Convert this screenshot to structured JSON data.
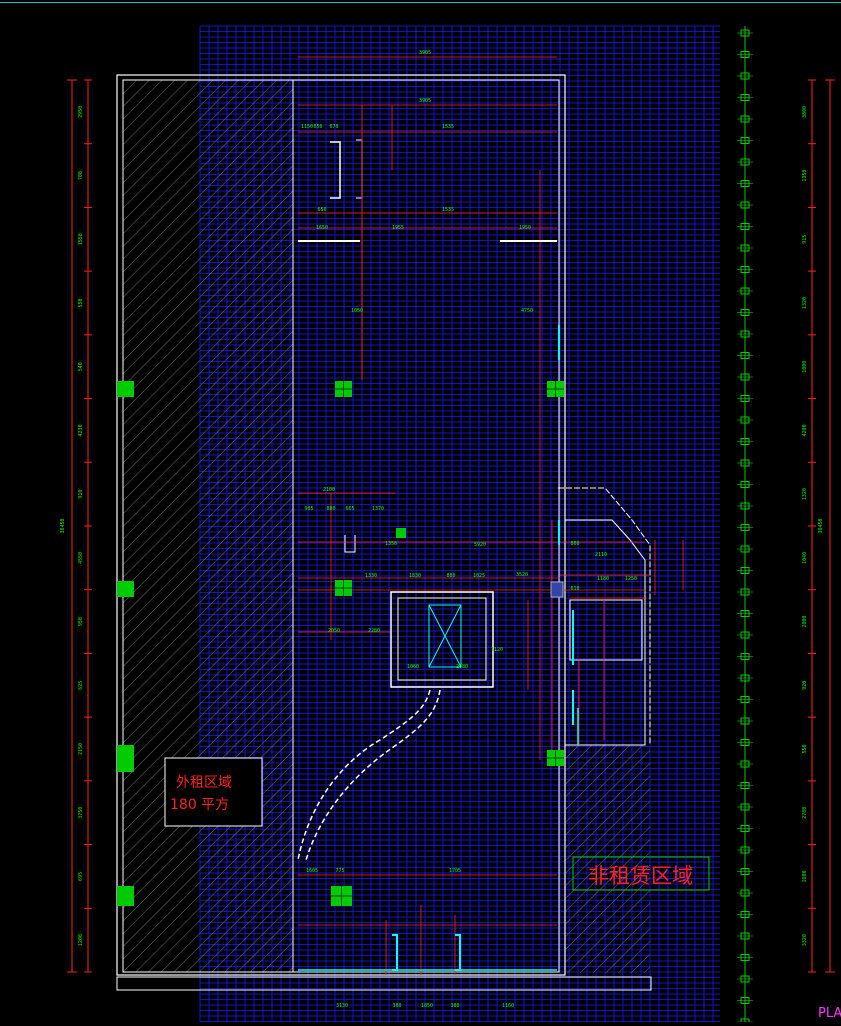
{
  "drawing": {
    "labels": {
      "rent_area_line1": "外租区域",
      "rent_area_line2": "180 平方",
      "non_rent_area": "非租赁区域",
      "corner_text": "PLA"
    },
    "colors": {
      "background": "#000000",
      "grid": "#1a1aff",
      "wall": "#ffffff",
      "dimension": "#ff2020",
      "dim_text": "#00ff00",
      "column": "#00cc00",
      "fixture": "#00ffff",
      "hatch": "#7a7a7a",
      "top_line": "#00cccc"
    },
    "dimension_text": {
      "top": [
        "3905",
        "3905",
        "1150",
        "650",
        "670",
        "1535",
        "1535",
        "650",
        "1950"
      ],
      "top_middle": [
        "1650",
        "1955",
        "1050",
        "4750"
      ],
      "middle": [
        "2100",
        "985",
        "880",
        "665",
        "1370",
        "1350",
        "5920",
        "2110",
        "860",
        "1330",
        "1830",
        "880",
        "1025",
        "3520",
        "610",
        "1180",
        "1250",
        "2050",
        "2280",
        "1120",
        "2680",
        "1060"
      ],
      "bottom": [
        "1605",
        "775",
        "1705",
        "3130",
        "380",
        "1850",
        "380",
        "1160"
      ],
      "left_chain": [
        "2950",
        "700",
        "1550",
        "550",
        "540",
        "4230",
        "910",
        "4550",
        "950",
        "625",
        "2150",
        "3750",
        "695",
        "1200"
      ],
      "left_total": "38450",
      "right_chain": [
        "3800",
        "1350",
        "915",
        "1320",
        "1000",
        "4200",
        "1320",
        "1040",
        "2800",
        "920",
        "550",
        "2780",
        "1600",
        "3320"
      ],
      "right_total": "38450"
    }
  }
}
